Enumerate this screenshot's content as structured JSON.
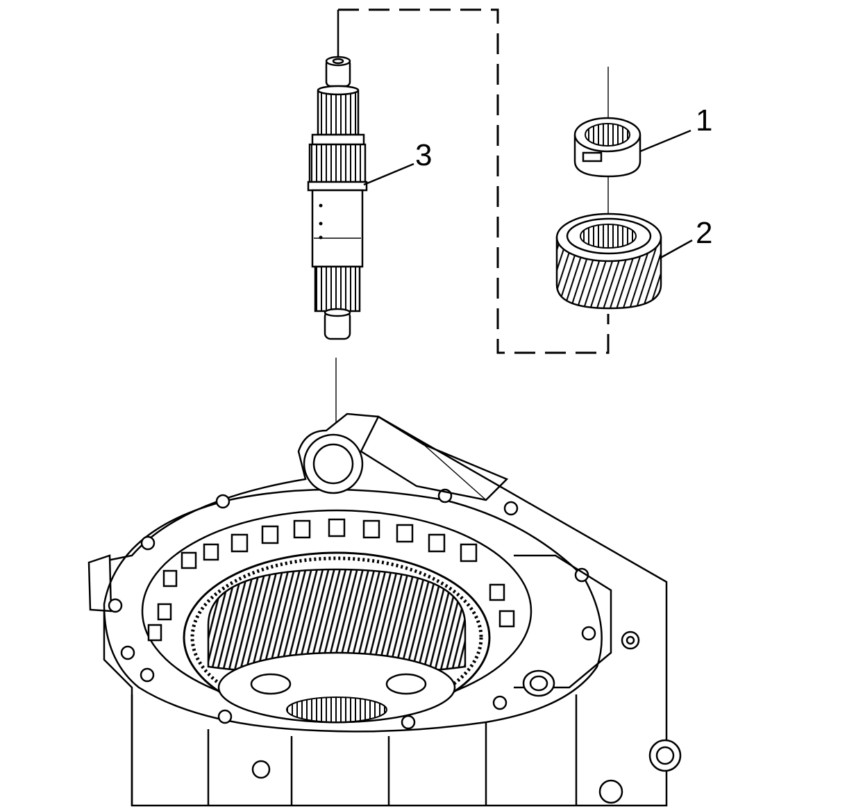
{
  "callouts": [
    {
      "id": "1",
      "label": "1"
    },
    {
      "id": "2",
      "label": "2"
    },
    {
      "id": "3",
      "label": "3"
    }
  ],
  "colors": {
    "line": "#000000",
    "background": "#ffffff"
  },
  "parts": {
    "part_1": "ring-collar-with-internal-splines",
    "part_2": "helical-gear",
    "part_3": "splined-shaft",
    "assembly": "transmission-case-with-internal-ring-gear"
  }
}
